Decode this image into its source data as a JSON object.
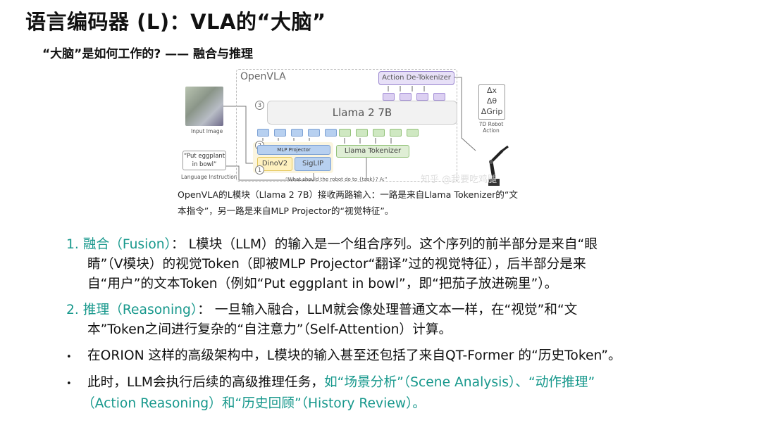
{
  "header": {
    "title": "语言编码器 (L)：VLA的“大脑”",
    "subtitle": "“大脑”是如何工作的? —— 融合与推理"
  },
  "figure": {
    "input_image_label": "Input Image",
    "instruction_text": "“Put eggplant in bowl”",
    "language_instruction_label": "Language Instruction",
    "openvla_label": "OpenVLA",
    "detokenizer_label": "Action De-Tokenizer",
    "llama_label": "Llama 2 7B",
    "mlp_label": "MLP Projector",
    "dino_label": "DinoV2",
    "siglip_label": "SigLIP",
    "llama_tokenizer_label": "Llama Tokenizer",
    "prompt_text": "“What should the robot do to {task}? A:”",
    "step_1": "1",
    "step_2": "2",
    "step_3": "3",
    "output_dx": "Δx",
    "output_dtheta": "Δθ",
    "output_dgrip": "ΔGrip",
    "robot_action_label_1": "7D Robot",
    "robot_action_label_2": "Action",
    "watermark": "知乎 @我要吃鸡腿",
    "colors": {
      "vision": "#b7d0f0",
      "language": "#cfe8c2",
      "action": "#dcd0f2"
    }
  },
  "caption": {
    "line1": "OpenVLA的L模块（Llama 2 7B）接收两路输入：一路是来自Llama Tokenizer的“文",
    "line2": "本指令”，另一路是来自MLP Projector的“视觉特征”。"
  },
  "items": [
    {
      "number": "1.",
      "term": "融合（Fusion）",
      "line1": "：  L模块（LLM）的输入是一个组合序列。这个序列的前半部分是来自“眼",
      "line2": "睛”（V模块）的视觉Token（即被MLP Projector“翻译”过的视觉特征），后半部分是来",
      "line3": "自“用户”的文本Token（例如“Put eggplant in bowl”，即“把茄子放进碗里”）。"
    },
    {
      "number": "2.",
      "term": "推理（Reasoning）",
      "line1": "：  一旦输入融合，LLM就会像处理普通文本一样，在“视觉”和“文",
      "line2": "本”Token之间进行复杂的“自注意力”（Self-Attention）计算。"
    }
  ],
  "bullets": [
    {
      "symbol": "•",
      "text": "在ORION 这样的高级架构中，L模块的输入甚至还包括了来自QT-Former 的“历史Token”。"
    },
    {
      "symbol": "•",
      "prefix": "此时，LLM会执行后续的高级推理任务，",
      "highlight1": "如“场景分析”（Scene Analysis）、“动作推理”",
      "highlight2": "（Action Reasoning）和“历史回顾”（History Review）。"
    }
  ]
}
